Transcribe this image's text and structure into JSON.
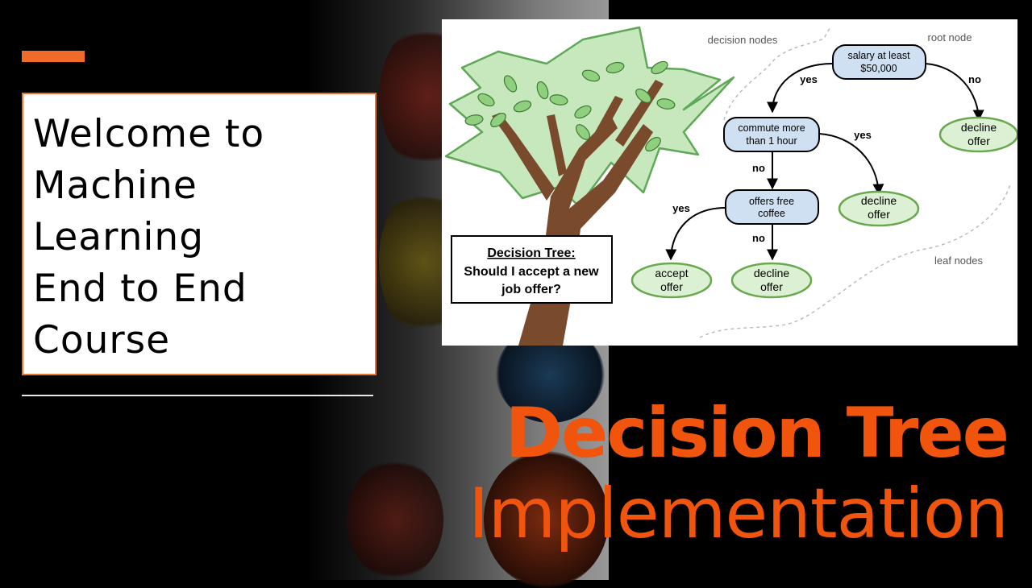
{
  "title_card": {
    "text": "Welcome to\nMachine\nLearning\nEnd to End\nCourse"
  },
  "headline": "Decision Tree",
  "subhead": "Implementation",
  "colors": {
    "accent": "#f0540d",
    "node_fill": "#cfe0f3",
    "leaf_fill": "#dcf0d3",
    "leaf_stroke": "#6aa84f"
  },
  "diagram": {
    "caption": {
      "title": "Decision Tree:",
      "subtitle": "Should I accept a new job offer?"
    },
    "annotations": {
      "decision_nodes": "decision nodes",
      "root_node": "root node",
      "leaf_nodes": "leaf nodes"
    },
    "root": {
      "line1": "salary at least",
      "line2": "$50,000"
    },
    "commute": {
      "line1": "commute more",
      "line2": "than 1 hour"
    },
    "coffee": {
      "line1": "offers free",
      "line2": "coffee"
    },
    "leaves": {
      "decline_root": {
        "line1": "decline",
        "line2": "offer"
      },
      "decline_commute": {
        "line1": "decline",
        "line2": "offer"
      },
      "accept": {
        "line1": "accept",
        "line2": "offer"
      },
      "decline_coffee": {
        "line1": "decline",
        "line2": "offer"
      }
    },
    "edges": {
      "root_yes": "yes",
      "root_no": "no",
      "commute_yes": "yes",
      "commute_no": "no",
      "coffee_yes": "yes",
      "coffee_no": "no"
    }
  }
}
